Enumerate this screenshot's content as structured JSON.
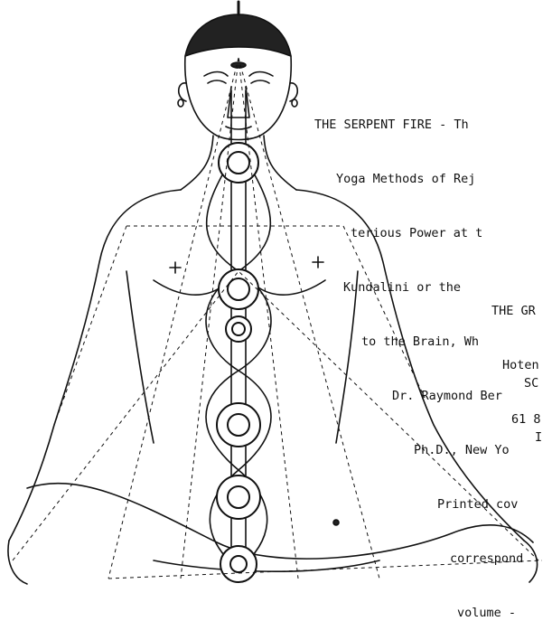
{
  "description_lines": [
    "THE SERPENT FIRE - Th",
    "Yoga Methods of Rej",
    "terious Power at t",
    "Kundalini or the",
    "to the Brain, Wh",
    "Dr. Raymond Ber",
    "Ph.D., New Yo",
    "Printed cov",
    "correspond",
    "volume -"
  ],
  "address_lines": [
    "THE GR",
    "Hoten",
    "61 8"
  ],
  "tail_lines": [
    "SC",
    "I"
  ]
}
